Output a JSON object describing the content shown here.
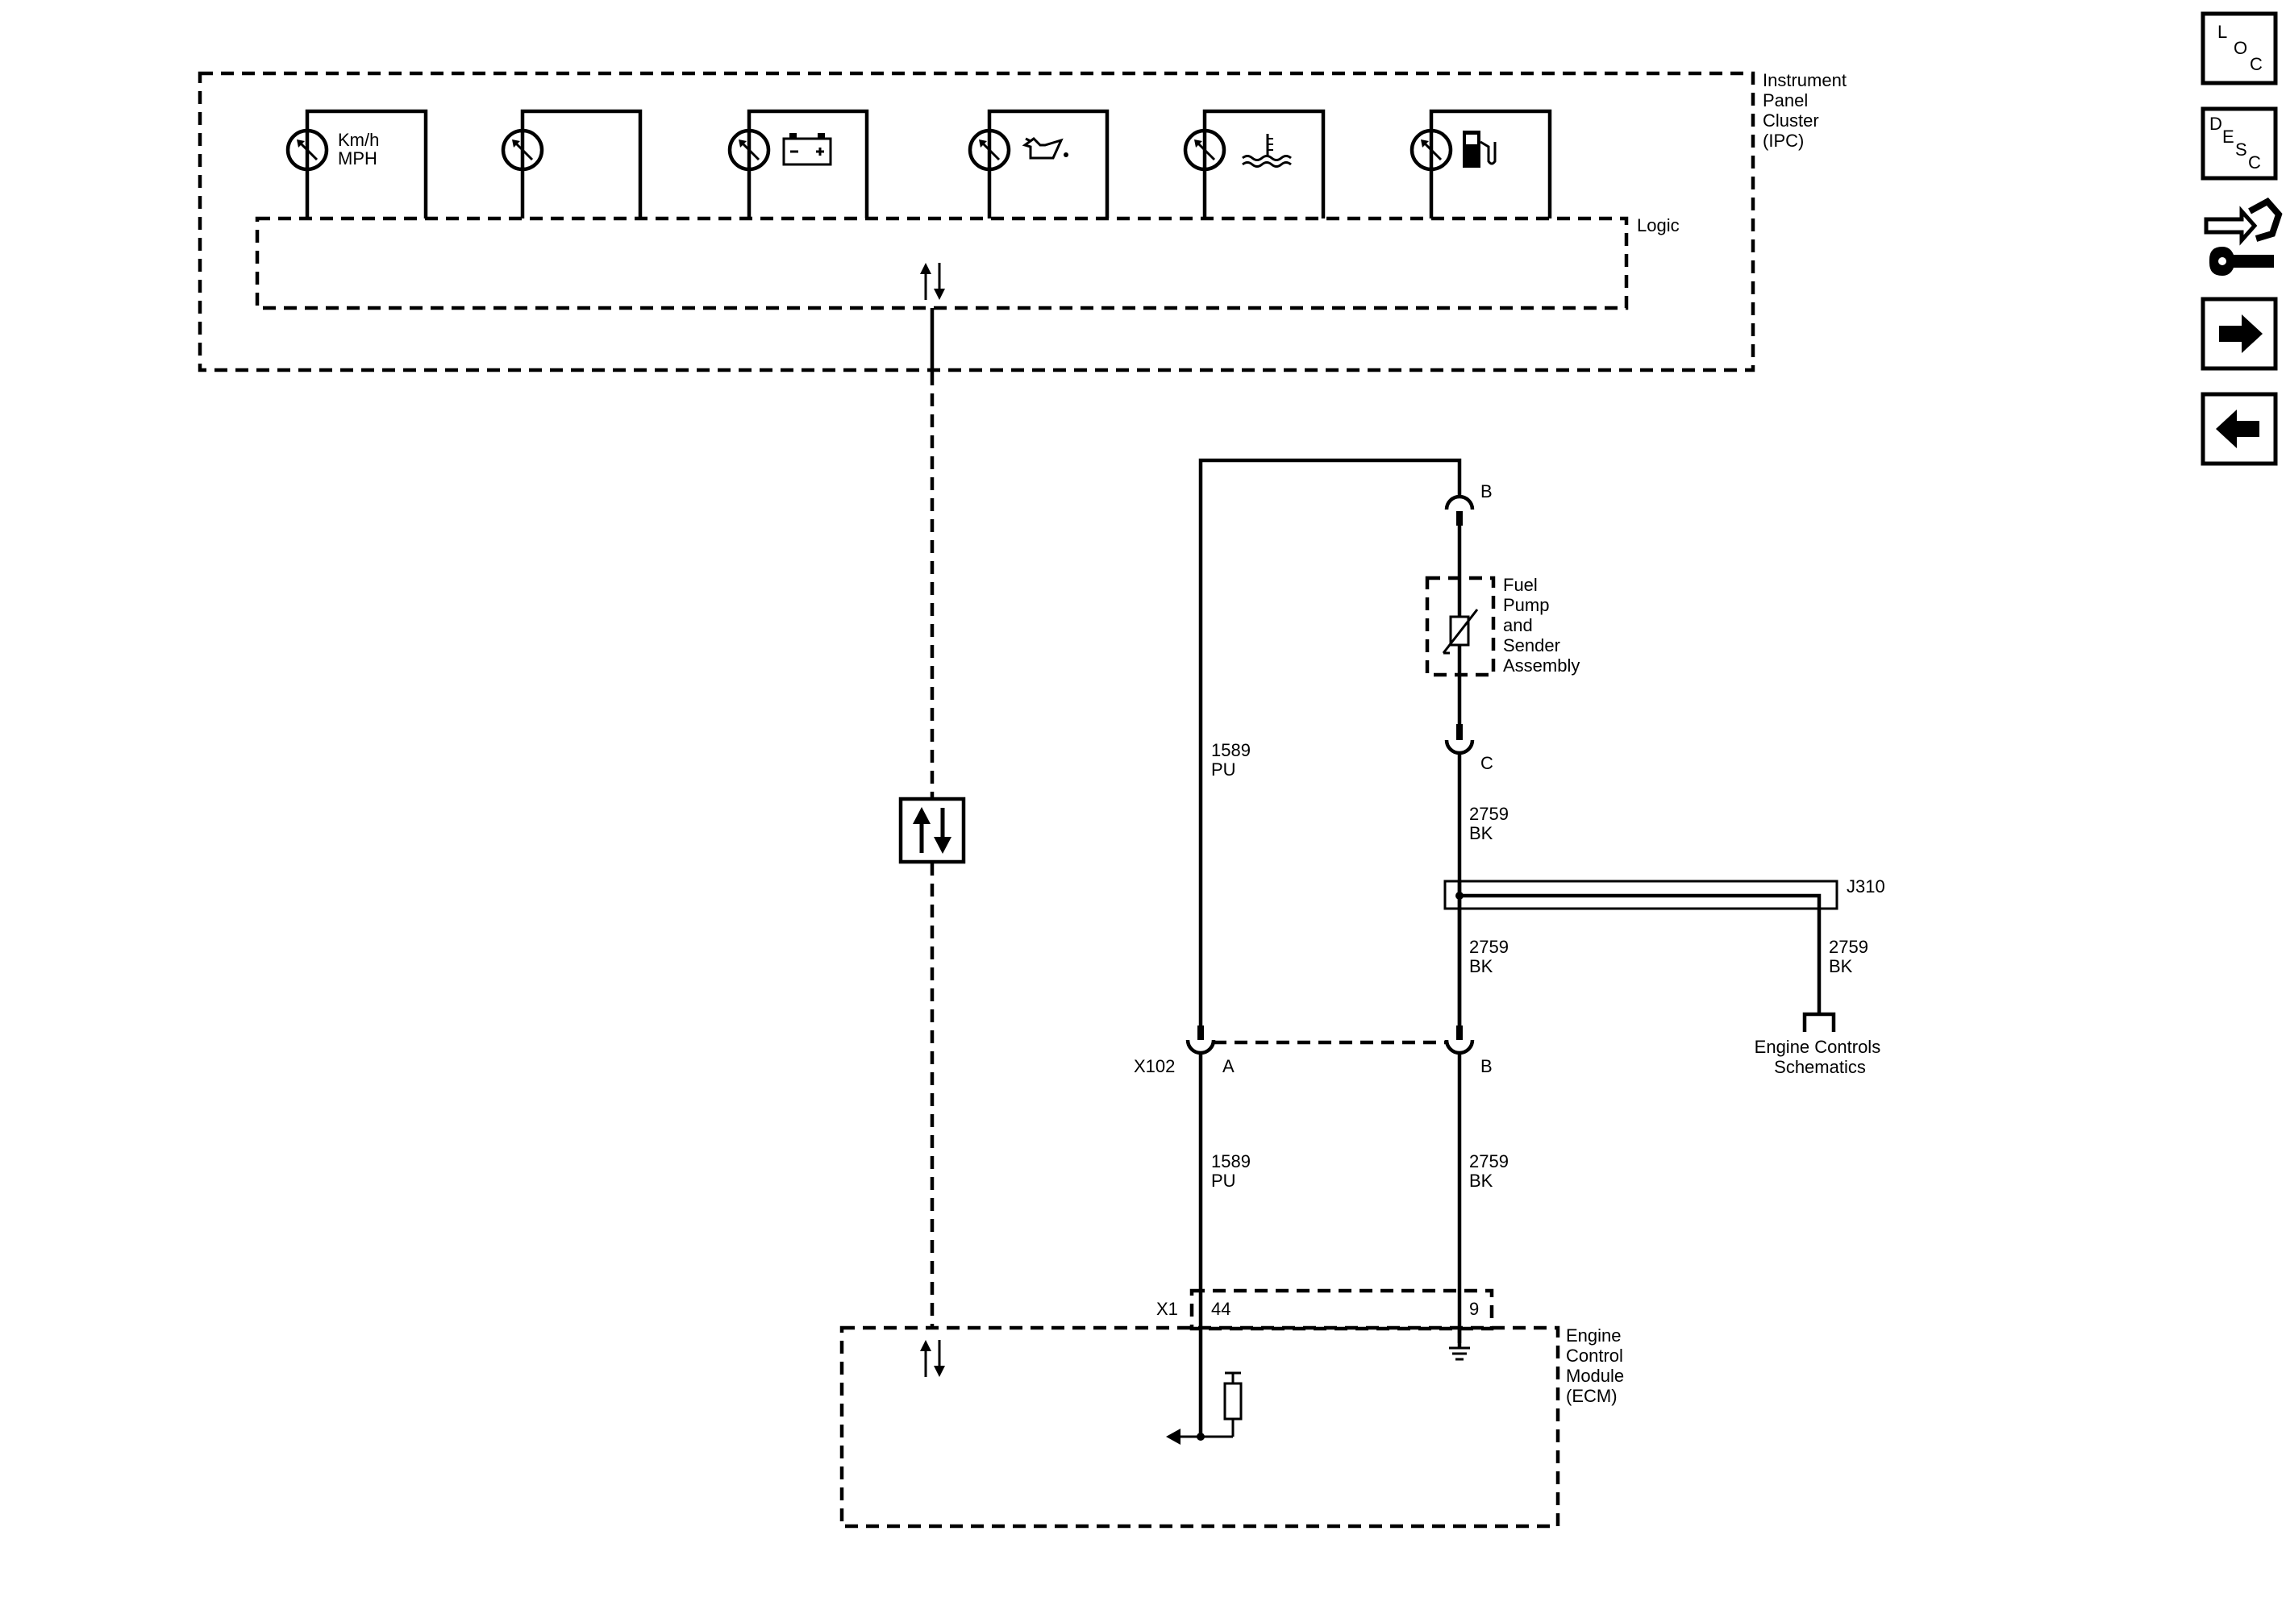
{
  "ipc": {
    "name_lines": [
      "Instrument",
      "Panel",
      "Cluster",
      "(IPC)"
    ],
    "logic_label": "Logic",
    "gauges": [
      {
        "icon": "speedometer-gauge-icon",
        "label_lines": [
          "Km/h",
          "MPH"
        ]
      },
      {
        "icon": "tachometer-gauge-icon",
        "label_lines": []
      },
      {
        "icon": "battery-voltage-gauge-icon",
        "label_lines": []
      },
      {
        "icon": "oil-pressure-gauge-icon",
        "label_lines": []
      },
      {
        "icon": "coolant-temperature-gauge-icon",
        "label_lines": []
      },
      {
        "icon": "fuel-level-gauge-icon",
        "label_lines": []
      }
    ]
  },
  "serial_data_icon": "serial-data-bidirectional-icon",
  "fuel_sender": {
    "name_lines": [
      "Fuel",
      "Pump",
      "and",
      "Sender",
      "Assembly"
    ],
    "pin_top": "B",
    "pin_bottom": "C"
  },
  "wires": {
    "purple_upper": [
      "1589",
      "PU"
    ],
    "purple_lower": [
      "1589",
      "PU"
    ],
    "ground_c_to_splice": [
      "2759",
      "BK"
    ],
    "ground_splice_to_x102": [
      "2759",
      "BK"
    ],
    "ground_splice_branch": [
      "2759",
      "BK"
    ],
    "ground_lower": [
      "2759",
      "BK"
    ]
  },
  "splice": {
    "name": "J310"
  },
  "engine_controls_link": [
    "Engine Controls",
    "Schematics"
  ],
  "connector_x102": {
    "name": "X102",
    "pin_purple": "A",
    "pin_ground": "B"
  },
  "ecm": {
    "name_lines": [
      "Engine",
      "Control",
      "Module",
      "(ECM)"
    ],
    "connector": "X1",
    "pin_signal": "44",
    "pin_ground": "9"
  },
  "nav": {
    "loc": [
      "L",
      "O",
      "C"
    ],
    "desc": [
      "D",
      "E",
      "S",
      "C"
    ],
    "connector_icon": "connector-end-view-icon",
    "next_icon": "arrow-right-icon",
    "prev_icon": "arrow-left-icon"
  }
}
